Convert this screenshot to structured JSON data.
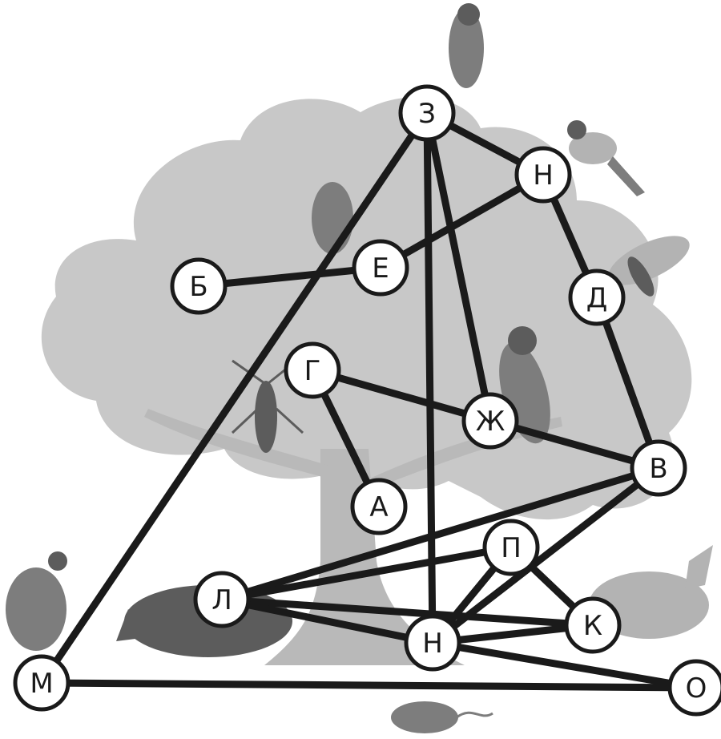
{
  "nodes": [
    {
      "id": "Z",
      "label": "З"
    },
    {
      "id": "N1",
      "label": "Н"
    },
    {
      "id": "E",
      "label": "Е"
    },
    {
      "id": "B",
      "label": "Б"
    },
    {
      "id": "D",
      "label": "Д"
    },
    {
      "id": "G",
      "label": "Г"
    },
    {
      "id": "ZH",
      "label": "Ж"
    },
    {
      "id": "V",
      "label": "В"
    },
    {
      "id": "A",
      "label": "А"
    },
    {
      "id": "P",
      "label": "П"
    },
    {
      "id": "L",
      "label": "Л"
    },
    {
      "id": "K",
      "label": "К"
    },
    {
      "id": "N2",
      "label": "Н"
    },
    {
      "id": "M",
      "label": "М"
    },
    {
      "id": "O",
      "label": "О"
    }
  ],
  "edges": [
    [
      "Z",
      "N1"
    ],
    [
      "Z",
      "M"
    ],
    [
      "Z",
      "N2"
    ],
    [
      "Z",
      "ZH"
    ],
    [
      "N1",
      "E"
    ],
    [
      "N1",
      "D"
    ],
    [
      "B",
      "E"
    ],
    [
      "D",
      "V"
    ],
    [
      "G",
      "ZH"
    ],
    [
      "G",
      "A"
    ],
    [
      "ZH",
      "V"
    ],
    [
      "V",
      "L"
    ],
    [
      "V",
      "N2"
    ],
    [
      "P",
      "L"
    ],
    [
      "P",
      "N2"
    ],
    [
      "P",
      "K"
    ],
    [
      "L",
      "K"
    ],
    [
      "L",
      "N2"
    ],
    [
      "N2",
      "K"
    ],
    [
      "N2",
      "O"
    ],
    [
      "M",
      "O"
    ]
  ],
  "illustrations": [
    "oak-tree",
    "hawk",
    "tit",
    "moth",
    "sawfly",
    "woodpecker",
    "longhorn-beetle",
    "grouse",
    "wild-boar",
    "wolf",
    "mouse"
  ],
  "colors": {
    "lines": "#1a1a1a",
    "tree": "#c8c8c8",
    "node_fill": "#ffffff"
  }
}
